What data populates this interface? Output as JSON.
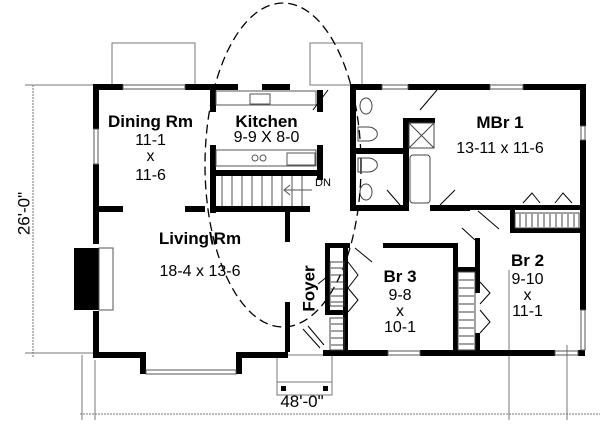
{
  "plan": {
    "overall_width": "48'-0\"",
    "overall_depth": "26'-0\"",
    "stair_label": "DN",
    "rooms": {
      "dining": {
        "name": "Dining Rm",
        "dim_1": "11-1",
        "x": "x",
        "dim_2": "11-6"
      },
      "kitchen": {
        "name": "Kitchen",
        "dims": "9-9 X 8-0"
      },
      "living": {
        "name": "Living\\Rm",
        "dims": "18-4 x 13-6"
      },
      "master": {
        "name": "MBr 1",
        "dims": "13-11 x 11-6"
      },
      "br2": {
        "name": "Br 2",
        "dim_1": "9-10",
        "x": "x",
        "dim_2": "11-1"
      },
      "br3": {
        "name": "Br 3",
        "dim_1": "9-8",
        "x": "x",
        "dim_2": "10-1"
      },
      "foyer": {
        "name": "Foyer"
      }
    },
    "colors": {
      "wall": "#000000",
      "line": "#555555",
      "background": "#ffffff"
    }
  }
}
